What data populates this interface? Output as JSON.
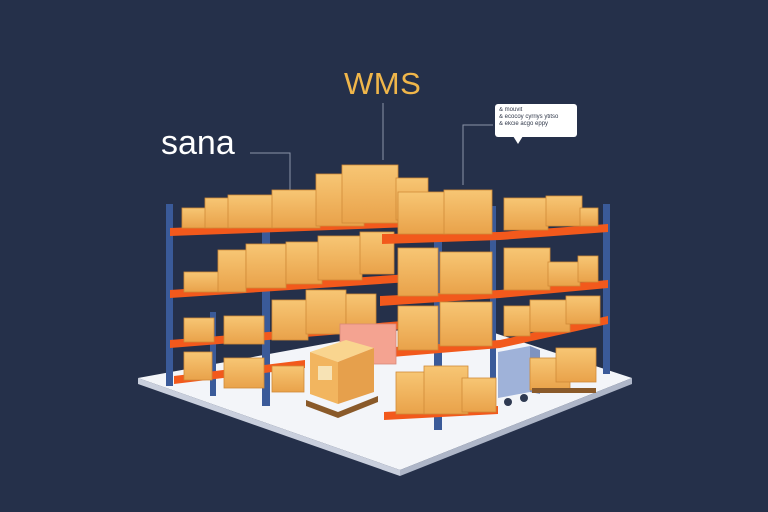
{
  "labels": {
    "wms": "WMS",
    "sana": "sana"
  },
  "callout": {
    "lines": [
      "& mouvit",
      "& ecocoy cyrriys ytitso",
      "& ekcie acgo eppy"
    ]
  },
  "colors": {
    "background": "#25304a",
    "rack_upright": "#3a5a99",
    "shelf_beam": "#f2591c",
    "box": "#f4b25a",
    "floor": "#eef1f7",
    "wms_text": "#f0b64a",
    "sana_text": "#ffffff"
  },
  "icons": [
    "warehouse-rack",
    "cardboard-box",
    "pallet",
    "forklift-cart",
    "speech-bubble"
  ]
}
